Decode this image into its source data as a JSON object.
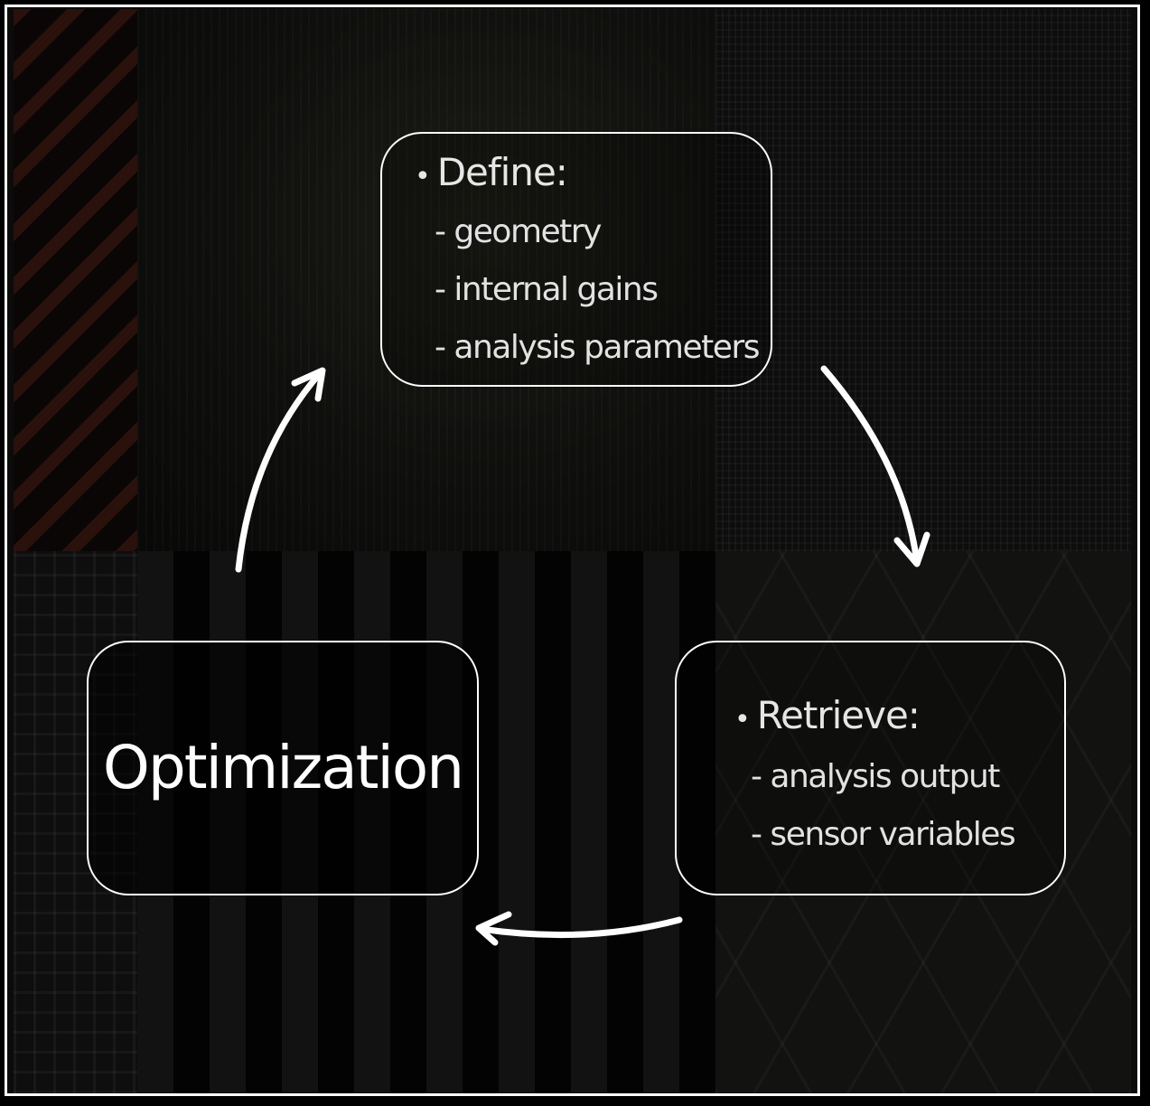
{
  "define": {
    "title": "Define:",
    "items": [
      "- geometry",
      "- internal gains",
      "- analysis parameters"
    ]
  },
  "retrieve": {
    "title": "Retrieve:",
    "items": [
      "- analysis output",
      "- sensor variables"
    ]
  },
  "optimization": {
    "label": "Optimization"
  },
  "colors": {
    "stroke": "#ffffff",
    "text": "#e6e6e6",
    "background": "#000000"
  }
}
